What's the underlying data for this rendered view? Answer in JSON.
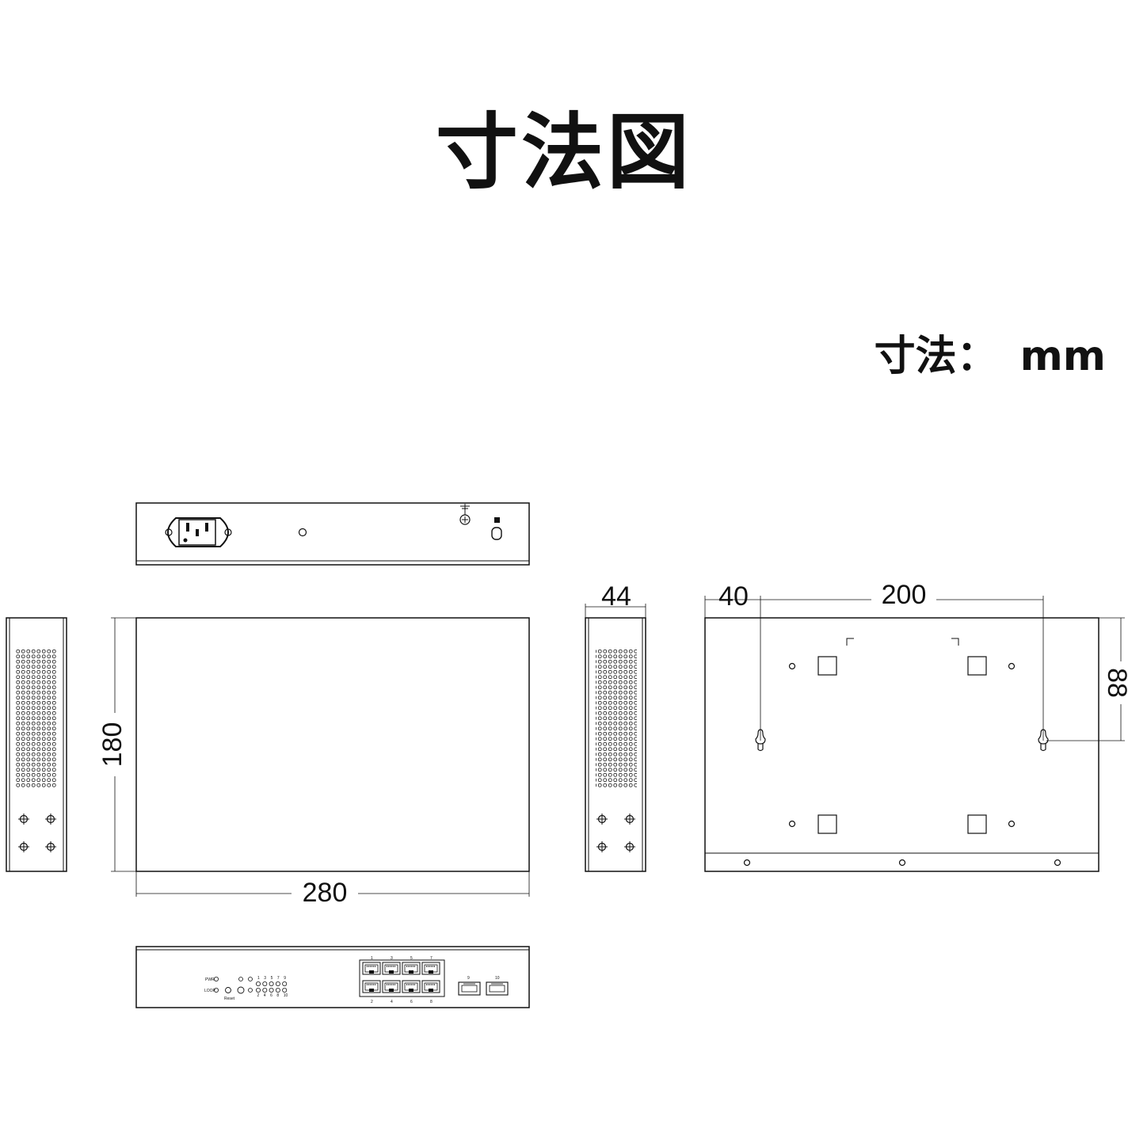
{
  "title": "寸法図",
  "unit": {
    "label": "寸法：",
    "value": "mm"
  },
  "dimensions": {
    "width": "280",
    "depth": "180",
    "height": "44",
    "hole_offset": "40",
    "hole_spacing": "200",
    "hole_depth": "88"
  },
  "front_panel": {
    "indicators": [
      "PWR",
      "LOOP"
    ],
    "reset_label": "Reset",
    "port_top_numbers": [
      "1",
      "3",
      "5",
      "7"
    ],
    "port_bottom_numbers": [
      "2",
      "4",
      "6",
      "8"
    ],
    "led_top_numbers": [
      "1",
      "3",
      "5",
      "7",
      "9"
    ],
    "led_bottom_numbers": [
      "2",
      "4",
      "6",
      "8",
      "10"
    ],
    "sfp_numbers": [
      "9",
      "10"
    ]
  }
}
